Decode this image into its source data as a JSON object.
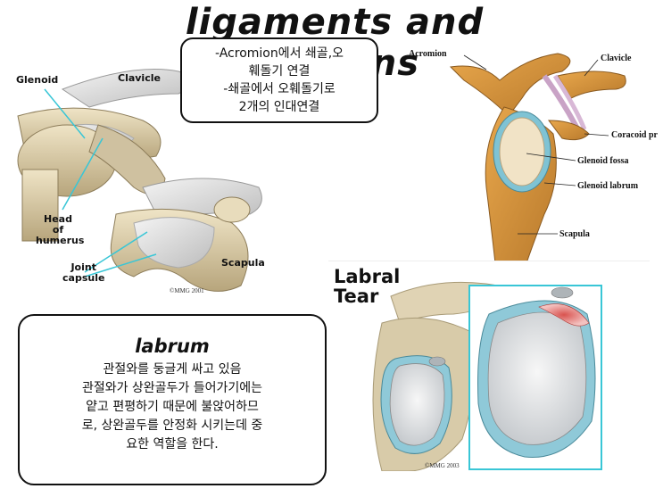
{
  "title": "ligaments and tendons",
  "note_box": {
    "lines": [
      "-Acromion에서 쇄골,오",
      "훼돌기 연결",
      "-쇄골에서 오훼돌기로",
      "2개의 인대연결"
    ]
  },
  "left_illustration": {
    "labels": {
      "glenoid": "Glenoid",
      "clavicle": "Clavicle",
      "head_of_humerus": [
        "Head",
        "of",
        "humerus"
      ],
      "joint_capsule": [
        "Joint",
        "capsule"
      ],
      "scapula": "Scapula"
    },
    "copyright": "©MMG 2001"
  },
  "right_illustration": {
    "labels": {
      "acromion": "Acromion",
      "clavicle": "Clavicle",
      "coracoid": "Coracoid pr",
      "glenoid_fossa": "Glenoid fossa",
      "glenoid_labrum": "Glenoid labrum",
      "scapula": "Scapula"
    }
  },
  "labral_tear": {
    "title_lines": [
      "Labral",
      "Tear"
    ],
    "copyright": "©MMG 2003"
  },
  "labrum_box": {
    "title": "labrum",
    "lines": [
      "관절와를 둥글게 싸고 있음",
      "관절와가 상완골두가 들어가기에는",
      "얕고 편평하기 때문에 불앉어하므",
      "로, 상완골두를 안정화 시키는데 중",
      "요한 역할을 한다."
    ]
  },
  "colors": {
    "bone": "#d9c9a3",
    "bone_dark": "#a8956c",
    "scapula_orange": "#d9973f",
    "labrum_blue": "#8fc9d8",
    "tear_red": "#d9534f",
    "frame_cyan": "#39c6d6"
  }
}
